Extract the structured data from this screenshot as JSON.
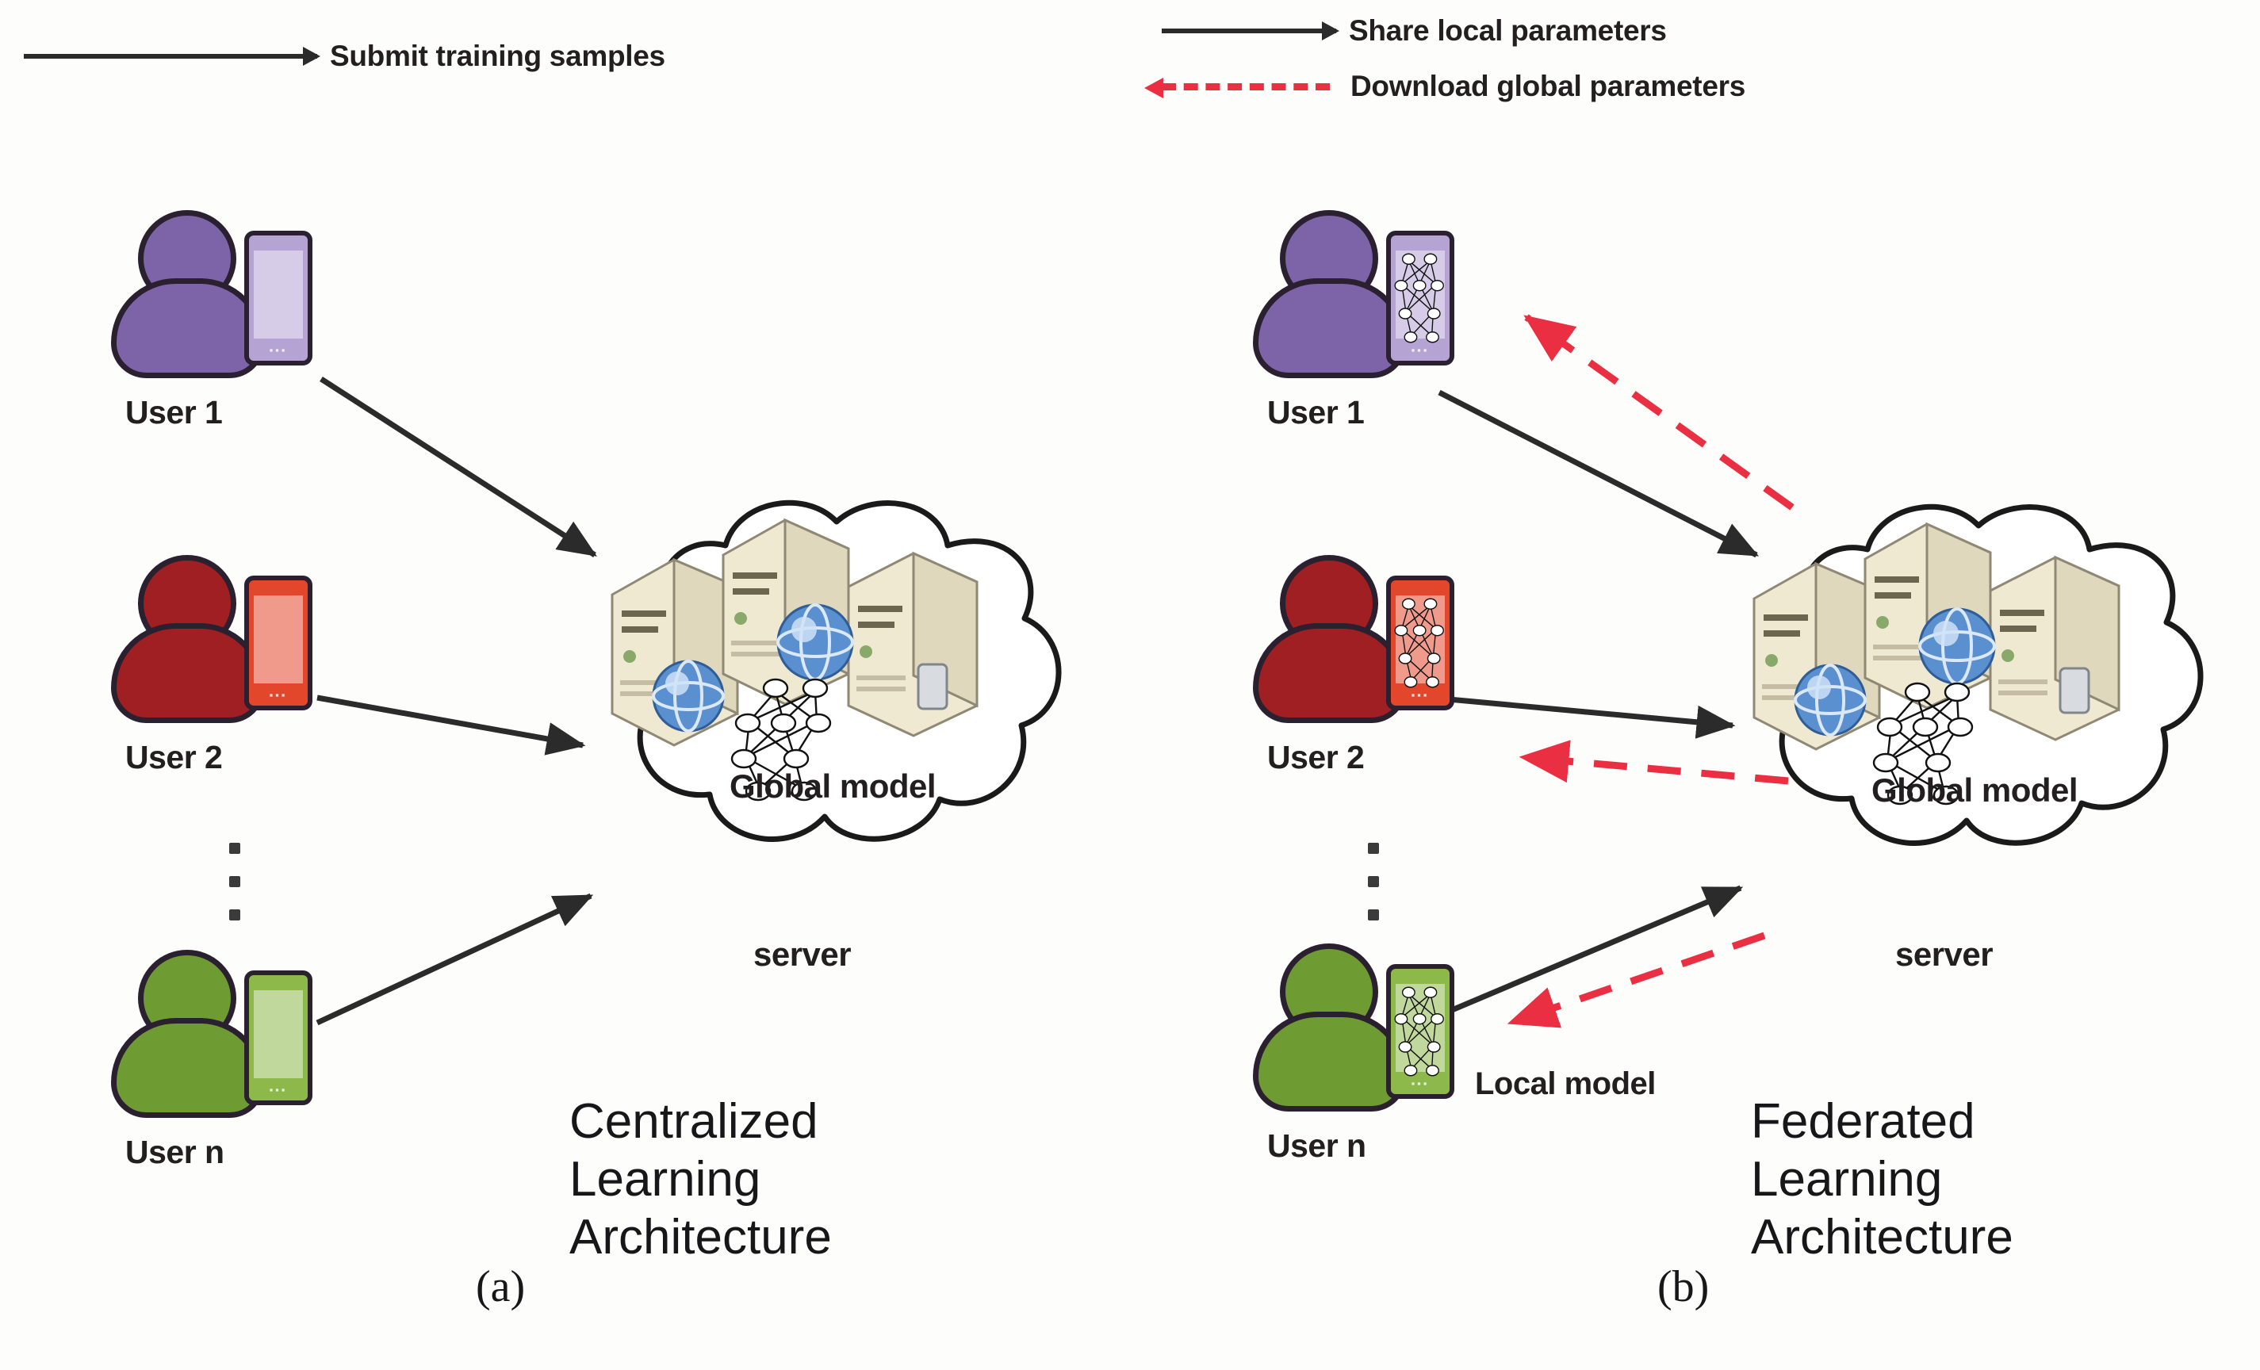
{
  "figure": {
    "title": "Centralized Learning vs Federated Learning Architecture"
  },
  "colors": {
    "user1": "#7d63a8",
    "user1_phone": "#b5a3d4",
    "user2": "#a01f22",
    "user2_phone": "#e2472c",
    "usern": "#6f9b33",
    "usern_phone": "#8cb94a",
    "arrow_solid": "#2b2b2b",
    "arrow_dashed": "#ea2f42",
    "outline": "#2a2030",
    "text": "#231f20"
  },
  "panel_a": {
    "id": "a",
    "marker": "(a)",
    "caption_lines": [
      "Centralized",
      "Learning",
      "Architecture"
    ],
    "legend": [
      {
        "icon": "solid-arrow-icon",
        "label": "Submit training samples",
        "style": "solid",
        "color": "#2b2b2b"
      }
    ],
    "users": [
      {
        "id": "user1",
        "label": "User 1",
        "color": "#7d63a8",
        "phone_color": "#b5a3d4",
        "has_local_model": false
      },
      {
        "id": "user2",
        "label": "User 2",
        "color": "#a01f22",
        "phone_color": "#e2472c",
        "has_local_model": false
      },
      {
        "id": "usern",
        "label": "User n",
        "color": "#6f9b33",
        "phone_color": "#8cb94a",
        "has_local_model": false
      }
    ],
    "ellipsis": "⋮",
    "cloud": {
      "inner_label": "Global model",
      "below_label": "server",
      "server_count": 3,
      "globe_count": 2,
      "has_neural_net": true
    },
    "edges": [
      {
        "from": "user1",
        "to": "cloud",
        "style": "solid",
        "direction": "to-cloud"
      },
      {
        "from": "user2",
        "to": "cloud",
        "style": "solid",
        "direction": "to-cloud"
      },
      {
        "from": "usern",
        "to": "cloud",
        "style": "solid",
        "direction": "to-cloud"
      }
    ]
  },
  "panel_b": {
    "id": "b",
    "marker": "(b)",
    "caption_lines": [
      "Federated",
      "Learning",
      "Architecture"
    ],
    "legend": [
      {
        "icon": "solid-arrow-icon",
        "label": "Share local parameters",
        "style": "solid",
        "color": "#2b2b2b"
      },
      {
        "icon": "dashed-arrow-icon",
        "label": "Download global parameters",
        "style": "dashed",
        "color": "#ea2f42"
      }
    ],
    "users": [
      {
        "id": "user1",
        "label": "User 1",
        "color": "#7d63a8",
        "phone_color": "#b5a3d4",
        "has_local_model": true
      },
      {
        "id": "user2",
        "label": "User 2",
        "color": "#a01f22",
        "phone_color": "#e2472c",
        "has_local_model": true
      },
      {
        "id": "usern",
        "label": "User n",
        "color": "#6f9b33",
        "phone_color": "#8cb94a",
        "has_local_model": true
      }
    ],
    "ellipsis": "⋮",
    "local_model_label": "Local model",
    "cloud": {
      "inner_label": "Global model",
      "below_label": "server",
      "server_count": 3,
      "globe_count": 2,
      "has_neural_net": true
    },
    "edges": [
      {
        "from": "user1",
        "to": "cloud",
        "style": "solid",
        "direction": "to-cloud"
      },
      {
        "from": "user2",
        "to": "cloud",
        "style": "solid",
        "direction": "to-cloud"
      },
      {
        "from": "usern",
        "to": "cloud",
        "style": "solid",
        "direction": "to-cloud"
      },
      {
        "from": "cloud",
        "to": "user1",
        "style": "dashed",
        "direction": "to-user"
      },
      {
        "from": "cloud",
        "to": "user2",
        "style": "dashed",
        "direction": "to-user"
      },
      {
        "from": "cloud",
        "to": "usern",
        "style": "dashed",
        "direction": "to-user"
      }
    ]
  }
}
